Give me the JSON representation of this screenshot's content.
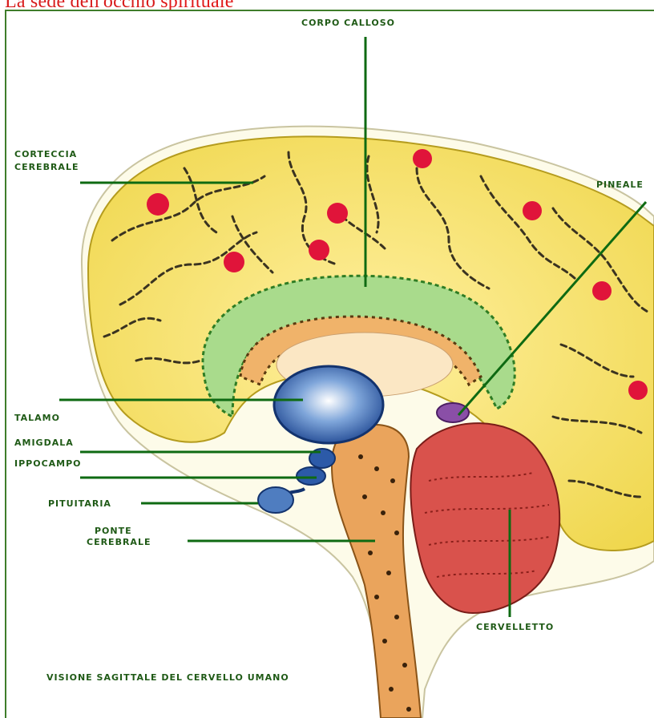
{
  "title": {
    "prefix": "La sede dell'occhio ",
    "highlight": "spirituale"
  },
  "labels": {
    "corpo_calloso": "CORPO CALLOSO",
    "corteccia_line1": "CORTECCIA",
    "corteccia_line2": "CEREBRALE",
    "pineale": "PINEALE",
    "talamo": "TALAMO",
    "amigdala": "AMIGDALA",
    "ippocampo": "IPPOCAMPO",
    "pituitaria": "PITUITARIA",
    "ponte_line1": "PONTE",
    "ponte_line2": "CEREBRALE",
    "cervelletto": "CERVELLETTO",
    "caption": "VISIONE SAGITTALE DEL CERVELLO UMANO"
  },
  "colors": {
    "title_text": "#d81b1b",
    "label_text": "#1f5a16",
    "leader_line": "#0e6a12",
    "frame": "#3f7d2b",
    "cortex": "#f1df4c",
    "corpus_callosum": "#8fcf78",
    "brainstem": "#e7a45f",
    "thalamus": "#2c5aa8",
    "cerebellum": "#d9524c",
    "pineal": "#8a4fa7",
    "red_dots": "#e0143a"
  }
}
